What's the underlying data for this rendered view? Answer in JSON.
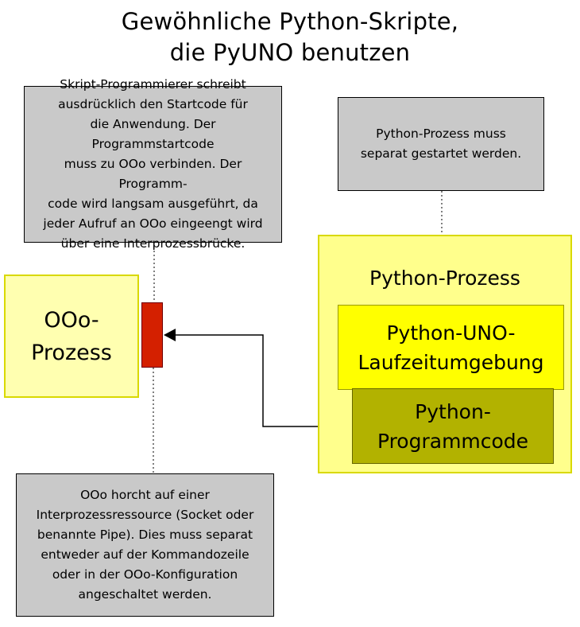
{
  "title": {
    "text": "Gewöhnliche Python-Skripte,\ndie PyUNO benutzen"
  },
  "callouts": {
    "start_code": {
      "text": "Skript-Programmierer schreibt\nausdrücklich den Startcode für\ndie Anwendung. Der Programmstartcode\nmuss zu OOo verbinden. Der Programm-\ncode wird langsam ausgeführt, da\njeder Aufruf an OOo eingeengt wird\nüber eine Interprozessbrücke."
    },
    "separate_start": {
      "text": "Python-Prozess muss\nseparat gestartet werden."
    },
    "ooo_listen": {
      "text": "OOo horcht auf einer\nInterprozessressource (Socket oder\nbenannte Pipe). Dies muss separat\nentweder auf der Kommandozeile\noder in der OOo-Konfiguration\nangeschaltet werden."
    }
  },
  "boxes": {
    "ooo_process": {
      "label": "OOo-\nProzess"
    },
    "python_process": {
      "label": "Python-Prozess"
    },
    "uno_runtime": {
      "label": "Python-UNO-\nLaufzeitumgebung"
    },
    "python_code": {
      "label": "Python-\nProgrammcode"
    }
  },
  "colors": {
    "callout_gray": "#c9c9c9",
    "ooo_pale_yellow": "#ffffb0",
    "process_yellow": "#ffff8c",
    "uno_bright_yellow": "#ffff00",
    "code_olive": "#b2b200",
    "bridge_red": "#d42000",
    "line_black": "#000000"
  }
}
